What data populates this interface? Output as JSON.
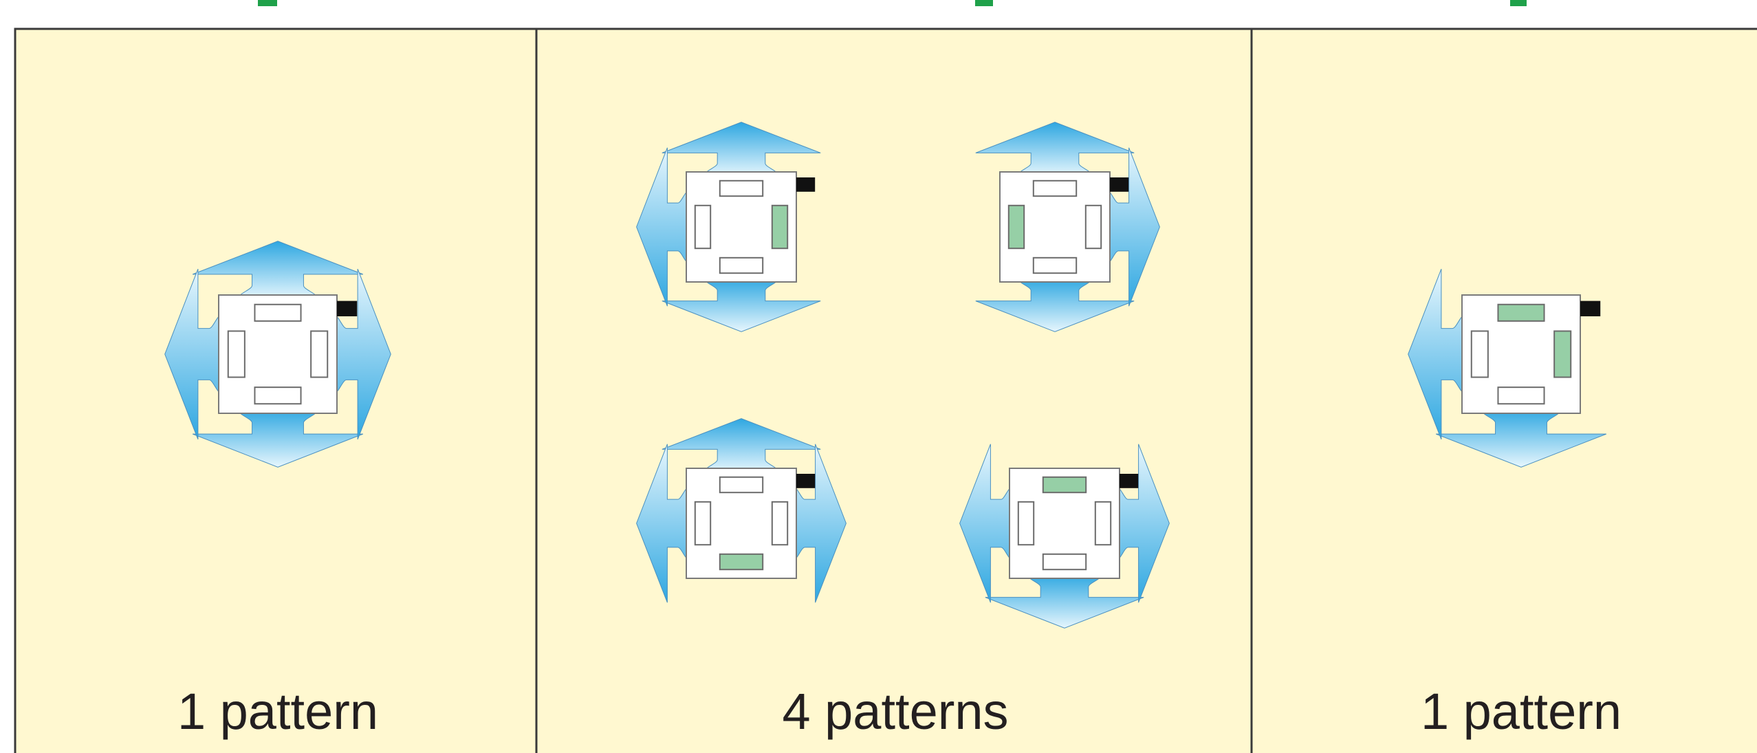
{
  "colors": {
    "panel_fill": "#fff8d0",
    "border": "#3a3a3a",
    "arrow_light": "#e6f6fd",
    "arrow_dark": "#2ea7e1",
    "tile_fill": "#ffffff",
    "sensor_off": "#ffffff",
    "sensor_on": "#96cfa6",
    "connector": "#111111"
  },
  "panels": [
    {
      "label": "1 pattern",
      "robots": [
        {
          "arrows": [
            "up",
            "down",
            "left",
            "right"
          ],
          "sensors_on": []
        }
      ]
    },
    {
      "label": "4 patterns",
      "robots": [
        {
          "arrows": [
            "up",
            "down",
            "left"
          ],
          "sensors_on": [
            "right"
          ]
        },
        {
          "arrows": [
            "up",
            "down",
            "right"
          ],
          "sensors_on": [
            "left"
          ]
        },
        {
          "arrows": [
            "up",
            "left",
            "right"
          ],
          "sensors_on": [
            "bottom"
          ]
        },
        {
          "arrows": [
            "down",
            "left",
            "right"
          ],
          "sensors_on": [
            "top"
          ]
        }
      ]
    },
    {
      "label": "1 pattern",
      "robots": [
        {
          "arrows": [
            "down",
            "left"
          ],
          "sensors_on": [
            "top",
            "right"
          ]
        }
      ]
    }
  ]
}
